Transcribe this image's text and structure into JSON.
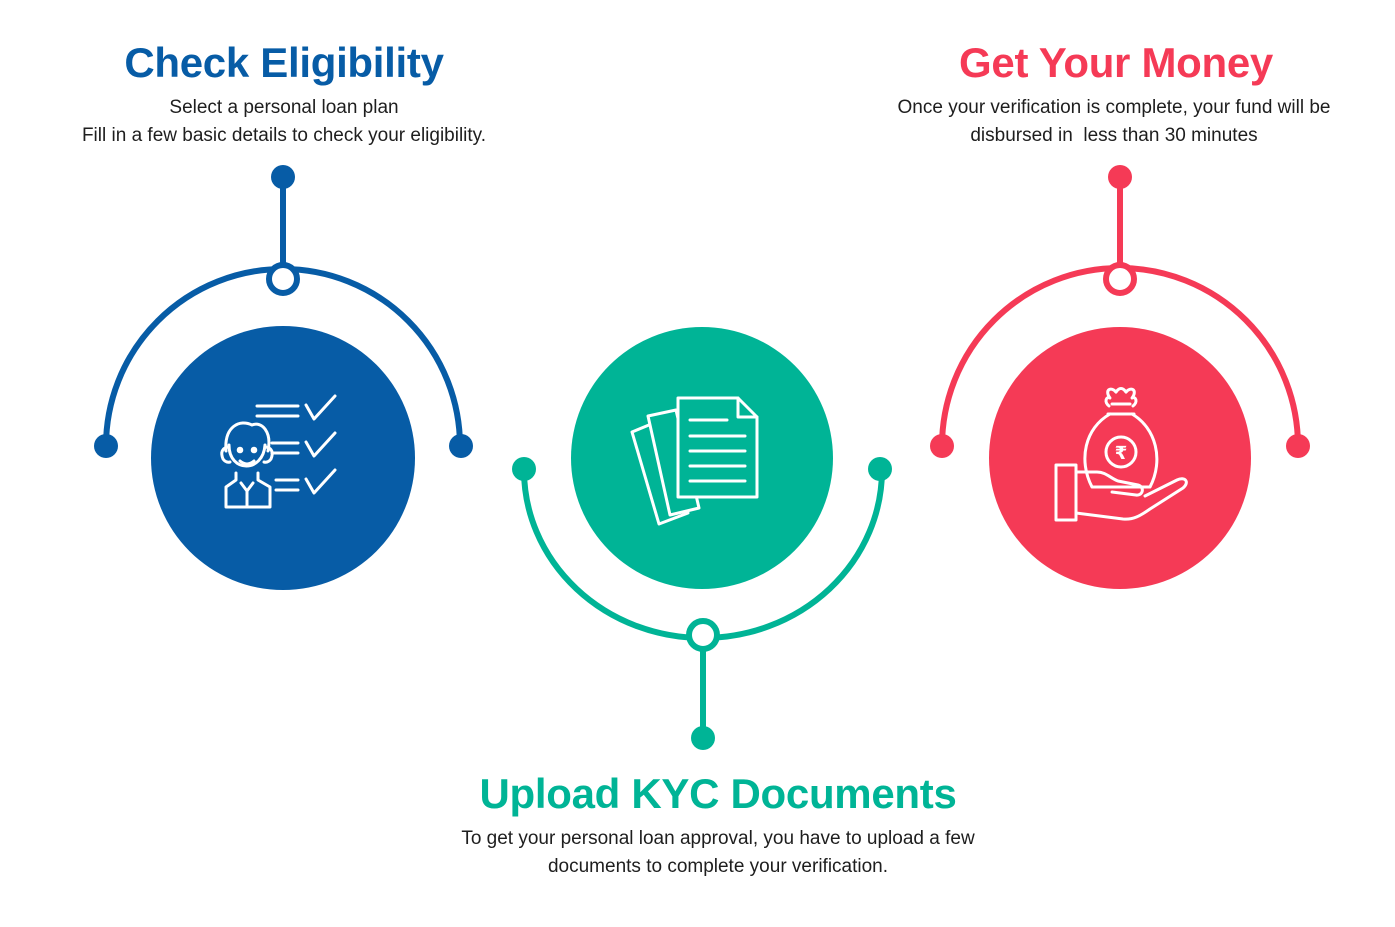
{
  "colors": {
    "blue": "#075ca6",
    "teal": "#00b496",
    "red": "#f53a56",
    "text": "#1e1e1e",
    "icon": "#ffffff"
  },
  "steps": [
    {
      "title": "Check Eligibility",
      "description_lines": [
        "Select a personal loan plan",
        "Fill in a few basic details to check your eligibility."
      ],
      "icon": "person-checklist-icon"
    },
    {
      "title": "Upload KYC Documents",
      "description_lines": [
        "To get your personal loan approval, you have to upload a few",
        "documents to complete your verification."
      ],
      "icon": "documents-icon"
    },
    {
      "title": "Get Your Money",
      "description_lines": [
        "Once your verification is complete, your fund will be",
        "disbursed in  less than 30 minutes"
      ],
      "icon": "money-bag-hand-icon",
      "currency_symbol": "₹"
    }
  ]
}
